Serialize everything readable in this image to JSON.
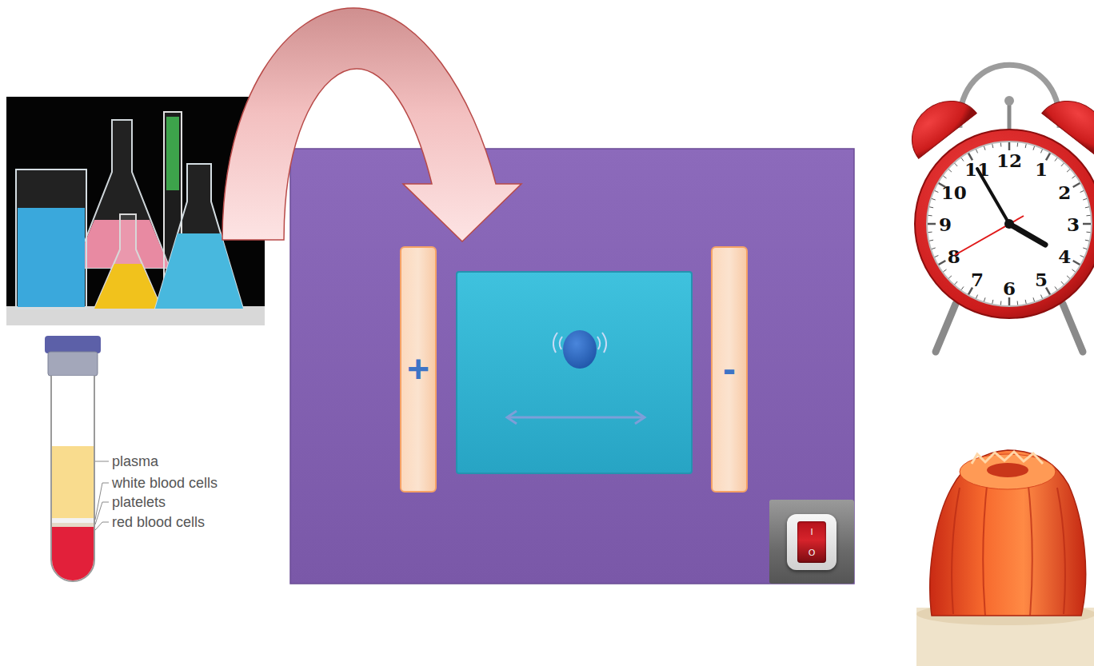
{
  "diagram": {
    "nodes": [
      {
        "text": [
          "+"
        ]
      },
      {
        "text": [
          "-"
        ]
      },
      {
        "text": [
          "I",
          "O"
        ]
      }
    ],
    "labels": [
      "plasma",
      "white blood cells",
      "platelets",
      "red blood cells",
      "12",
      "1",
      "2",
      "3",
      "4",
      "5",
      "6",
      "7",
      "8",
      "9",
      "10",
      "11"
    ]
  }
}
